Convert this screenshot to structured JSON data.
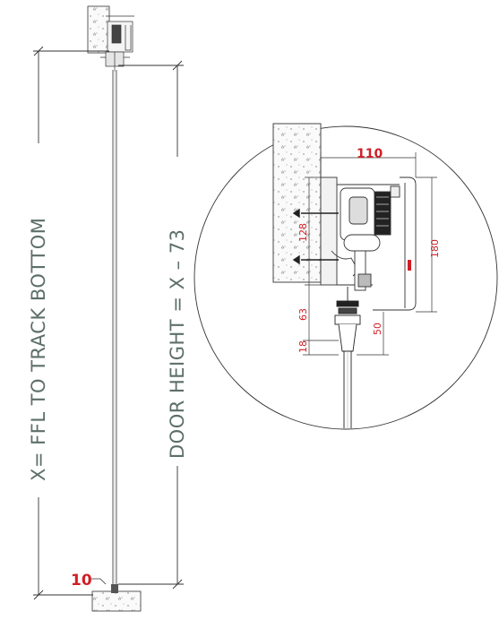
{
  "labels": {
    "x_ffl": "X= FFL TO TRACK BOTTOM",
    "door_height": "DOOR HEIGHT = X – 73",
    "gap_bottom": "10"
  },
  "detail_dims": {
    "track_width": "110",
    "track_height": "180",
    "fixing_height": "128",
    "hanger_drop": "63",
    "clamp_height": "18",
    "clearance": "50"
  },
  "colors": {
    "label_text": "#5d6f68",
    "dimension_red": "#cf1f25",
    "line": "#2b2b2b"
  }
}
